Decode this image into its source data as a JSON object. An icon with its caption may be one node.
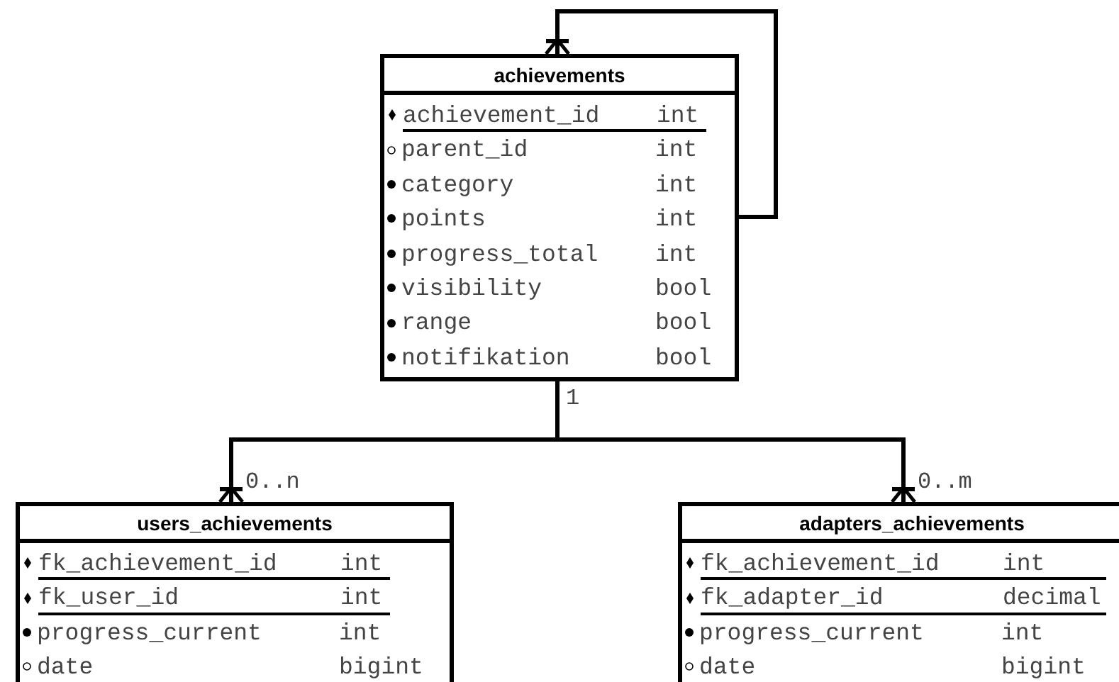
{
  "diagram": {
    "nodes": [
      {
        "text": [
          "achievements",
          "achievement_id",
          "int",
          "parent_id",
          "int",
          "category",
          "int",
          "points",
          "int",
          "progress_total",
          "int",
          "visibility",
          "bool",
          "range",
          "bool",
          "notifikation",
          "bool"
        ]
      },
      {
        "text": [
          "users_achievements",
          "fk_achievement_id",
          "int",
          "fk_user_id",
          "int",
          "progress_current",
          "int",
          "date",
          "bigint"
        ]
      },
      {
        "text": [
          "adapters_achievements",
          "fk_achievement_id",
          "int",
          "fk_adapter_id",
          "decimal",
          "progress_current",
          "int",
          "date",
          "bigint"
        ]
      }
    ],
    "edges": [
      {
        "from": 0,
        "to": 0,
        "arrow": "other"
      },
      {
        "from": 0,
        "to": 1,
        "arrow": "other",
        "label": "0..n"
      },
      {
        "from": 0,
        "to": 2,
        "arrow": "other",
        "label": "0..m"
      }
    ],
    "labels": [
      "1"
    ]
  }
}
